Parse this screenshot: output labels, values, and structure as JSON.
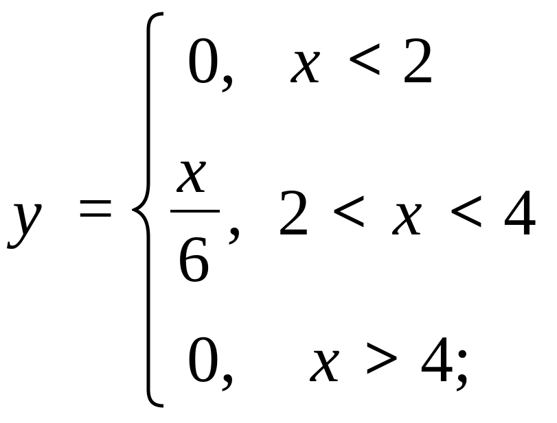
{
  "equation": {
    "lhs": "y",
    "equals": "=",
    "cases": [
      {
        "value": "0,",
        "condition_var": "x",
        "condition_rel": "<",
        "condition_bound": "2"
      },
      {
        "numerator": "x",
        "denominator": "6",
        "comma": ",",
        "lower_bound": "2",
        "rel1": "<",
        "var": "x",
        "rel2": "<",
        "upper_bound": "4"
      },
      {
        "value": "0,",
        "condition_var": "x",
        "condition_rel": ">",
        "condition_bound": "4;"
      }
    ]
  }
}
